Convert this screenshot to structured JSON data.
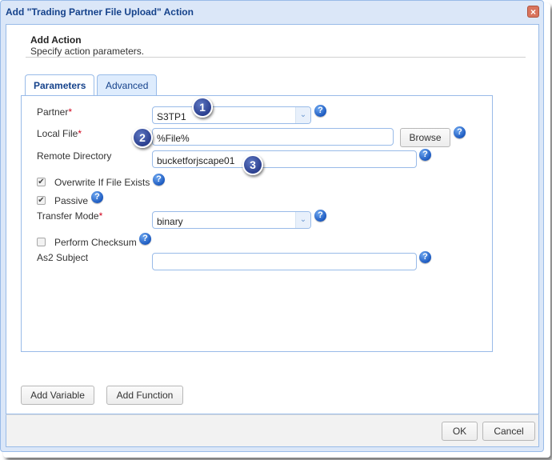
{
  "window": {
    "title": "Add \"Trading Partner File Upload\" Action",
    "close_icon": "×"
  },
  "header": {
    "title": "Add Action",
    "subtitle": "Specify action parameters."
  },
  "tabs": [
    {
      "label": "Parameters",
      "active": true
    },
    {
      "label": "Advanced",
      "active": false
    }
  ],
  "form": {
    "partner": {
      "label": "Partner",
      "required": "*",
      "value": "S3TP1"
    },
    "local_file": {
      "label": "Local File",
      "required": "*",
      "value": "%File%",
      "browse_label": "Browse"
    },
    "remote_directory": {
      "label": "Remote Directory",
      "value": "bucketforjscape01"
    },
    "overwrite": {
      "label": "Overwrite If File Exists",
      "checked": true
    },
    "passive": {
      "label": "Passive",
      "checked": true
    },
    "transfer_mode": {
      "label": "Transfer Mode",
      "required": "*",
      "value": "binary"
    },
    "checksum": {
      "label": "Perform Checksum",
      "checked": false
    },
    "as2_subject": {
      "label": "As2 Subject",
      "value": ""
    }
  },
  "icons": {
    "help": "?",
    "dropdown": "⌄",
    "check": "✔"
  },
  "callouts": [
    "1",
    "2",
    "3"
  ],
  "buttons": {
    "add_variable": "Add Variable",
    "add_function": "Add Function",
    "ok": "OK",
    "cancel": "Cancel"
  }
}
